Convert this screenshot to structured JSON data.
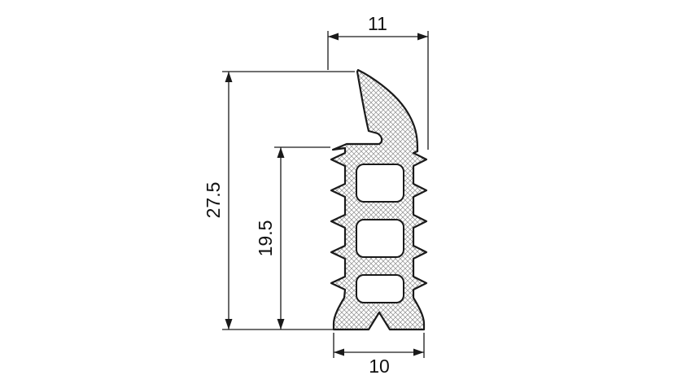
{
  "drawing": {
    "dimensions": {
      "top_width": "11",
      "total_height": "27.5",
      "inner_height": "19.5",
      "bottom_width": "10"
    },
    "colors": {
      "line": "#1a1a1a",
      "hatch": "#8c8c8c",
      "background": "#ffffff",
      "chamber_fill": "#ffffff"
    }
  }
}
